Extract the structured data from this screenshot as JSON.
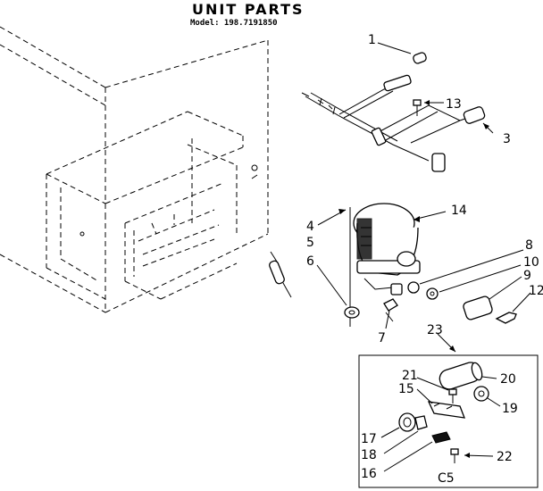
{
  "header": {
    "title": "UNIT PARTS",
    "model": "Model: 198.7191850"
  },
  "callouts": {
    "c1": "1",
    "c3": "3",
    "c4": "4",
    "c5": "5",
    "c6": "6",
    "c7": "7",
    "c8": "8",
    "c9": "9",
    "c10": "10",
    "c12": "12",
    "c13": "13",
    "c14": "14",
    "c15": "15",
    "c16": "16",
    "c17": "17",
    "c18": "18",
    "c19": "19",
    "c20": "20",
    "c21": "21",
    "c22": "22",
    "c23": "23"
  },
  "kit_code": "C5"
}
